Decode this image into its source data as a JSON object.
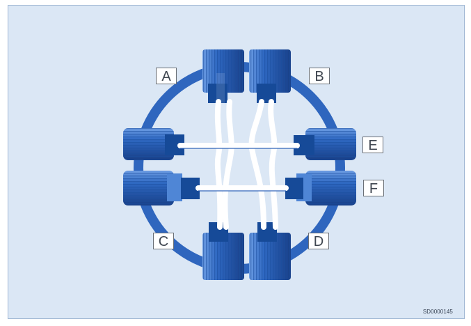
{
  "labels": {
    "a": "A",
    "b": "B",
    "c": "C",
    "d": "D",
    "e": "E",
    "f": "F"
  },
  "image_code": "SD0000145",
  "colors": {
    "background": "#dbe7f5",
    "component_blue": "#2f69c3",
    "component_dark": "#174a9a",
    "pipe_white": "#ffffff"
  },
  "icons": {
    "unit": "hydraulic-unit-icon",
    "connector": "connector-icon",
    "pipe": "pipe-icon"
  }
}
